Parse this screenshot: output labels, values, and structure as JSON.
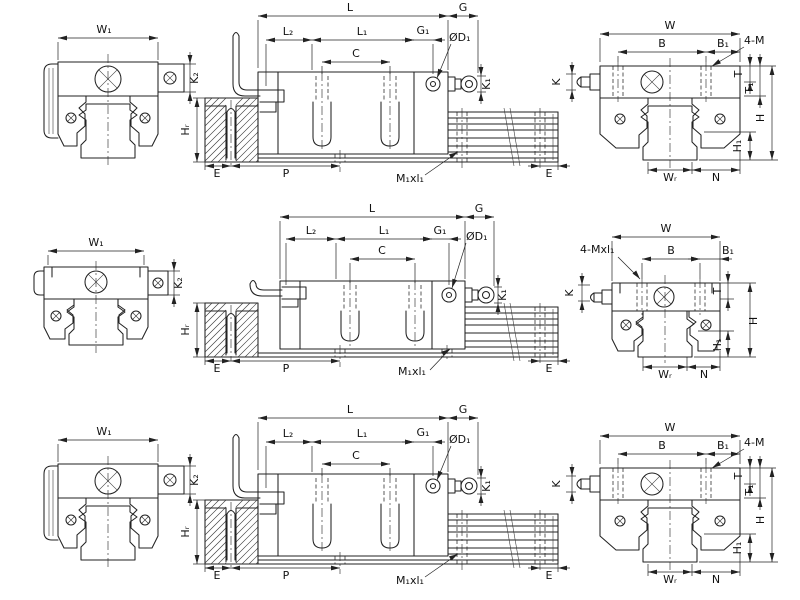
{
  "drawing_colors": {
    "background": "#ffffff",
    "line": "#222222"
  },
  "rows": [
    {
      "block_style": "square-type carriage",
      "left": {
        "w1": "W₁",
        "k2": "K₂"
      },
      "side": {
        "l": "L",
        "g": "G",
        "l2": "L₂",
        "l1": "L₁",
        "g1": "G₁",
        "c": "C",
        "od1": "ØD₁",
        "k1": "K₁",
        "hr": "Hᵣ",
        "e_left": "E",
        "p": "P",
        "m1xl1": "M₁xl₁",
        "e_right": "E"
      },
      "right": {
        "w": "W",
        "b": "B",
        "b1": "B₁",
        "four_m": "4-M",
        "k": "K",
        "t": "T",
        "t1": "T₁",
        "h": "H",
        "h1": "H₁",
        "wr": "Wᵣ",
        "n": "N"
      }
    },
    {
      "block_style": "flange-type carriage",
      "left": {
        "w1": "W₁",
        "k2": "K₂"
      },
      "side": {
        "l": "L",
        "g": "G",
        "l2": "L₂",
        "l1": "L₁",
        "g1": "G₁",
        "c": "C",
        "od1": "ØD₁",
        "k1": "K₁",
        "hr": "Hᵣ",
        "e_left": "E",
        "p": "P",
        "m1xl1": "M₁xl₁",
        "e_right": "E"
      },
      "right": {
        "w": "W",
        "b": "B",
        "b1": "B₁",
        "four_m": "4-Mxl₁",
        "k": "K",
        "t": "T",
        "h": "H",
        "h1": "H₁",
        "wr": "Wᵣ",
        "n": "N"
      }
    },
    {
      "block_style": "square-type carriage",
      "left": {
        "w1": "W₁",
        "k2": "K₂"
      },
      "side": {
        "l": "L",
        "g": "G",
        "l2": "L₂",
        "l1": "L₁",
        "g1": "G₁",
        "c": "C",
        "od1": "ØD₁",
        "k1": "K₁",
        "hr": "Hᵣ",
        "e_left": "E",
        "p": "P",
        "m1xl1": "M₁xl₁",
        "e_right": "E"
      },
      "right": {
        "w": "W",
        "b": "B",
        "b1": "B₁",
        "four_m": "4-M",
        "k": "K",
        "t": "T",
        "t1": "T₁",
        "h": "H",
        "h1": "H₁",
        "wr": "Wᵣ",
        "n": "N"
      }
    }
  ]
}
